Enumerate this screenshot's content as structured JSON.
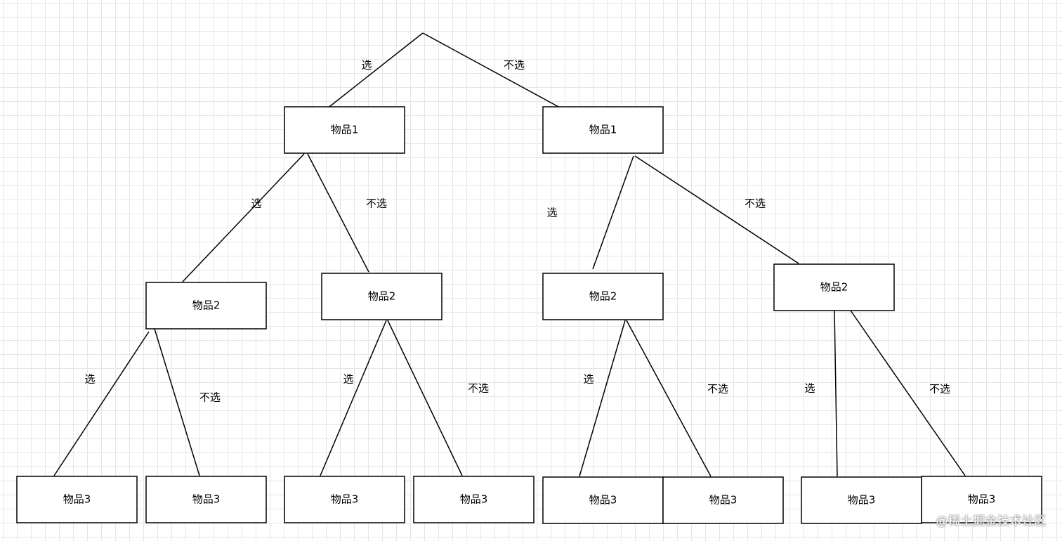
{
  "diagram": {
    "labels": {
      "select": "选",
      "not_select": "不选"
    },
    "nodes": [
      {
        "id": "n1a",
        "label": "物品1"
      },
      {
        "id": "n1b",
        "label": "物品1"
      },
      {
        "id": "n2a",
        "label": "物品2"
      },
      {
        "id": "n2b",
        "label": "物品2"
      },
      {
        "id": "n2c",
        "label": "物品2"
      },
      {
        "id": "n2d",
        "label": "物品2"
      },
      {
        "id": "n3a",
        "label": "物品3"
      },
      {
        "id": "n3b",
        "label": "物品3"
      },
      {
        "id": "n3c",
        "label": "物品3"
      },
      {
        "id": "n3d",
        "label": "物品3"
      },
      {
        "id": "n3e",
        "label": "物品3"
      },
      {
        "id": "n3f",
        "label": "物品3"
      },
      {
        "id": "n3g",
        "label": "物品3"
      },
      {
        "id": "n3h",
        "label": "物品3"
      }
    ],
    "edges": [
      {
        "from": "root",
        "to": "n1a",
        "kind": "select"
      },
      {
        "from": "root",
        "to": "n1b",
        "kind": "not_select"
      },
      {
        "from": "n1a",
        "to": "n2a",
        "kind": "select"
      },
      {
        "from": "n1a",
        "to": "n2b",
        "kind": "not_select"
      },
      {
        "from": "n1b",
        "to": "n2c",
        "kind": "select"
      },
      {
        "from": "n1b",
        "to": "n2d",
        "kind": "not_select"
      },
      {
        "from": "n2a",
        "to": "n3a",
        "kind": "select"
      },
      {
        "from": "n2a",
        "to": "n3b",
        "kind": "not_select"
      },
      {
        "from": "n2b",
        "to": "n3c",
        "kind": "select"
      },
      {
        "from": "n2b",
        "to": "n3d",
        "kind": "not_select"
      },
      {
        "from": "n2c",
        "to": "n3e",
        "kind": "select"
      },
      {
        "from": "n2c",
        "to": "n3f",
        "kind": "not_select"
      },
      {
        "from": "n2d",
        "to": "n3g",
        "kind": "select"
      },
      {
        "from": "n2d",
        "to": "n3h",
        "kind": "not_select"
      }
    ]
  },
  "watermark": "@稀土掘金技术社区"
}
